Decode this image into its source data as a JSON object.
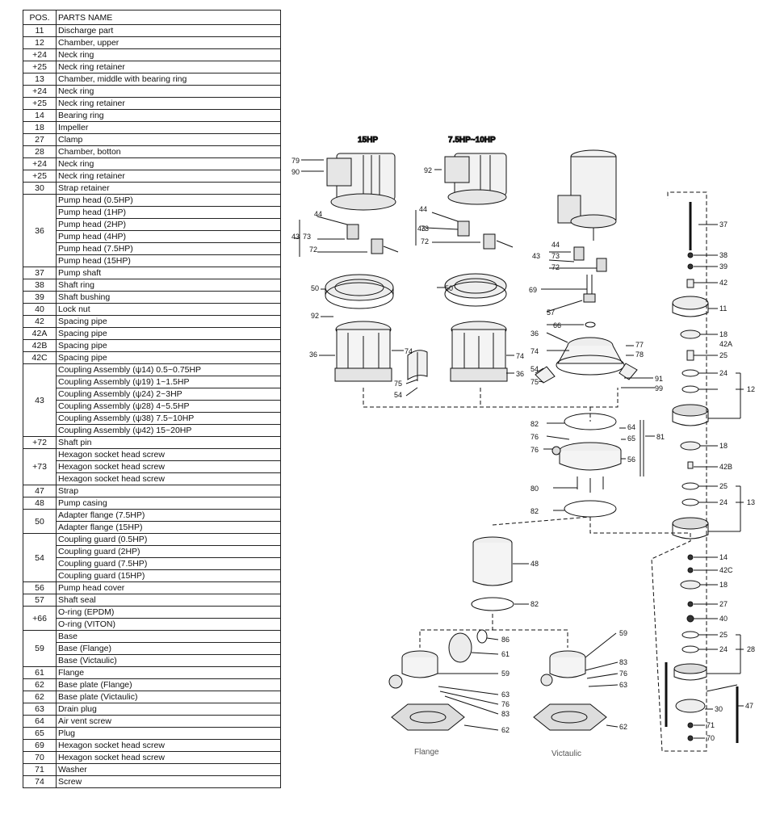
{
  "table": {
    "header": {
      "pos": "POS.",
      "name": "PARTS NAME"
    },
    "groups": [
      {
        "pos": "11",
        "names": [
          "Discharge part"
        ]
      },
      {
        "pos": "12",
        "names": [
          "Chamber, upper"
        ]
      },
      {
        "pos": "+24",
        "names": [
          "Neck ring"
        ]
      },
      {
        "pos": "+25",
        "names": [
          "Neck ring retainer"
        ]
      },
      {
        "pos": "13",
        "names": [
          "Chamber, middle with bearing ring"
        ]
      },
      {
        "pos": "+24",
        "names": [
          "Neck ring"
        ]
      },
      {
        "pos": "+25",
        "names": [
          "Neck ring retainer"
        ]
      },
      {
        "pos": "14",
        "names": [
          "Bearing ring"
        ]
      },
      {
        "pos": "18",
        "names": [
          "Impeller"
        ]
      },
      {
        "pos": "27",
        "names": [
          "Clamp"
        ]
      },
      {
        "pos": "28",
        "names": [
          "Chamber, botton"
        ]
      },
      {
        "pos": "+24",
        "names": [
          "Neck ring"
        ]
      },
      {
        "pos": "+25",
        "names": [
          "Neck ring retainer"
        ]
      },
      {
        "pos": "30",
        "names": [
          "Strap retainer"
        ]
      },
      {
        "pos": "36",
        "names": [
          "Pump head (0.5HP)",
          "Pump head (1HP)",
          "Pump head (2HP)",
          "Pump head (4HP)",
          "Pump head (7.5HP)",
          "Pump head (15HP)"
        ]
      },
      {
        "pos": "37",
        "names": [
          "Pump shaft"
        ]
      },
      {
        "pos": "38",
        "names": [
          "Shaft ring"
        ]
      },
      {
        "pos": "39",
        "names": [
          "Shaft bushing"
        ]
      },
      {
        "pos": "40",
        "names": [
          "Lock nut"
        ]
      },
      {
        "pos": "42",
        "names": [
          "Spacing pipe"
        ]
      },
      {
        "pos": "42A",
        "names": [
          "Spacing pipe"
        ]
      },
      {
        "pos": "42B",
        "names": [
          "Spacing pipe"
        ]
      },
      {
        "pos": "42C",
        "names": [
          "Spacing pipe"
        ]
      },
      {
        "pos": "43",
        "names": [
          "Coupling Assembly (ψ14) 0.5~0.75HP",
          "Coupling Assembly (ψ19) 1~1.5HP",
          "Coupling Assembly (ψ24) 2~3HP",
          "Coupling Assembly (ψ28) 4~5.5HP",
          "Coupling Assembly (ψ38) 7.5~10HP",
          "Coupling Assembly (ψ42) 15~20HP"
        ]
      },
      {
        "pos": "+72",
        "names": [
          "Shaft pin"
        ]
      },
      {
        "pos": "+73",
        "names": [
          "Hexagon socket head screw",
          "Hexagon socket head screw",
          "Hexagon socket head screw"
        ]
      },
      {
        "pos": "47",
        "names": [
          "Strap"
        ]
      },
      {
        "pos": "48",
        "names": [
          "Pump casing"
        ]
      },
      {
        "pos": "50",
        "names": [
          "Adapter flange (7.5HP)",
          "Adapter flange (15HP)"
        ]
      },
      {
        "pos": "54",
        "names": [
          "Coupling guard (0.5HP)",
          "Coupling guard (2HP)",
          "Coupling guard (7.5HP)",
          "Coupling guard (15HP)"
        ]
      },
      {
        "pos": "56",
        "names": [
          "Pump head cover"
        ]
      },
      {
        "pos": "57",
        "names": [
          "Shaft seal"
        ]
      },
      {
        "pos": "+66",
        "names": [
          "O-ring (EPDM)",
          "O-ring (VITON)"
        ]
      },
      {
        "pos": "59",
        "names": [
          "Base",
          "Base (Flange)",
          "Base (Victaulic)"
        ]
      },
      {
        "pos": "61",
        "names": [
          "Flange"
        ]
      },
      {
        "pos": "62",
        "names": [
          "Base plate (Flange)"
        ]
      },
      {
        "pos": "62",
        "names": [
          "Base plate (Victaulic)"
        ]
      },
      {
        "pos": "63",
        "names": [
          "Drain plug"
        ]
      },
      {
        "pos": "64",
        "names": [
          "Air vent screw"
        ]
      },
      {
        "pos": "65",
        "names": [
          "Plug"
        ]
      },
      {
        "pos": "69",
        "names": [
          "Hexagon socket head screw"
        ]
      },
      {
        "pos": "70",
        "names": [
          "Hexagon socket head screw"
        ]
      },
      {
        "pos": "71",
        "names": [
          "Washer"
        ]
      },
      {
        "pos": "74",
        "names": [
          "Screw"
        ]
      }
    ]
  },
  "diagram": {
    "titles": {
      "hp15": "15HP",
      "hp75": "7.5HP~10HP"
    },
    "captions": {
      "flange": "Flange",
      "victaulic": "Victaulic"
    },
    "labels": {
      "hp15": [
        "79",
        "90",
        "44",
        "43",
        "73",
        "72",
        "50",
        "92",
        "36",
        "74",
        "75",
        "54"
      ],
      "hp75": [
        "92",
        "44",
        "43",
        "73",
        "72",
        "50",
        "74",
        "36"
      ],
      "center": [
        "44",
        "43",
        "73",
        "72",
        "69",
        "57",
        "66",
        "36",
        "74",
        "54",
        "75",
        "77",
        "78",
        "91",
        "99",
        "82",
        "64",
        "76",
        "65",
        "76",
        "56",
        "81",
        "80",
        "82"
      ],
      "stack": [
        "37",
        "38",
        "39",
        "42",
        "11",
        "18",
        "42A",
        "25",
        "24",
        "12",
        "18",
        "42B",
        "25",
        "24",
        "13",
        "14",
        "42C",
        "18",
        "27",
        "40",
        "25",
        "24",
        "28",
        "30",
        "71",
        "70",
        "47"
      ],
      "casing": [
        "48",
        "82"
      ],
      "flange": [
        "86",
        "61",
        "59",
        "63",
        "76",
        "83",
        "62"
      ],
      "victaulic": [
        "59",
        "83",
        "76",
        "63",
        "62"
      ]
    }
  }
}
